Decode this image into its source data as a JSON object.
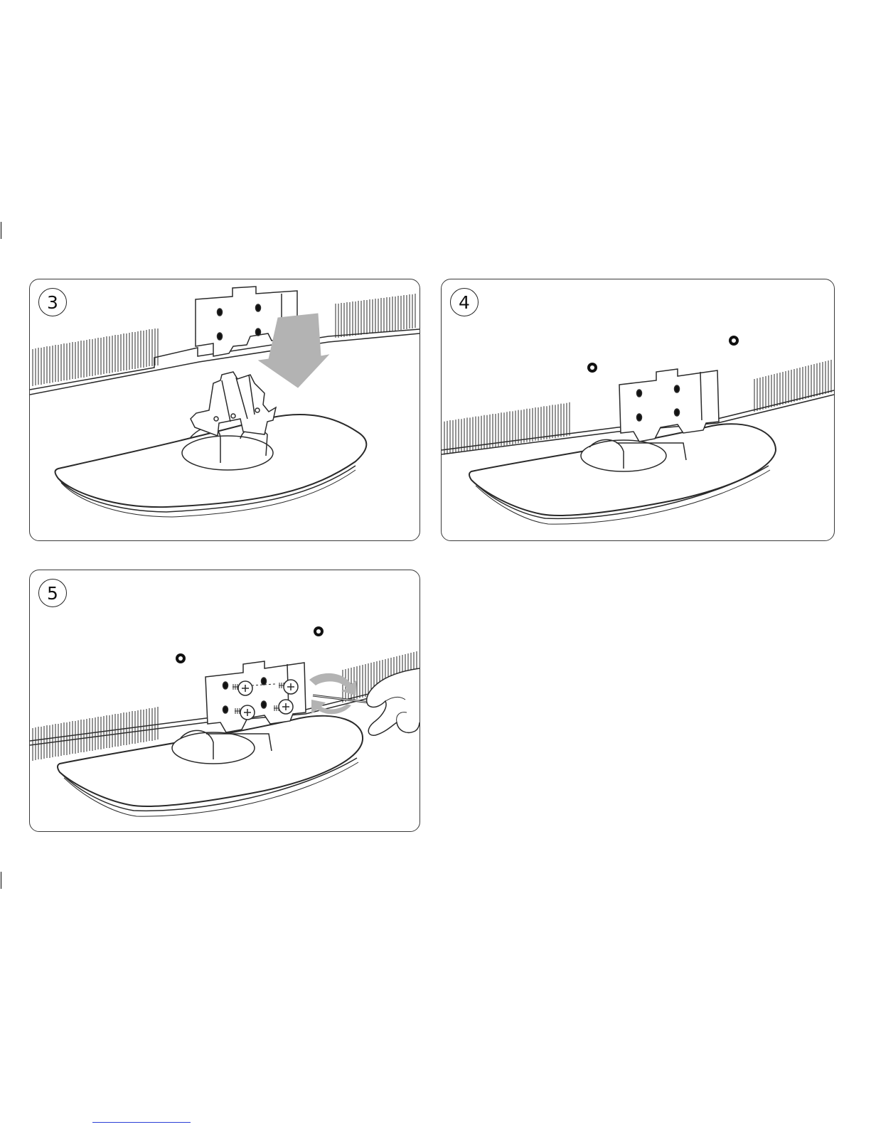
{
  "steps": [
    {
      "number": "3"
    },
    {
      "number": "4"
    },
    {
      "number": "5"
    }
  ],
  "colors": {
    "stroke": "#2a2a2a",
    "arrow_fill": "#b3b3b3",
    "screw_hole": "#111111",
    "footer_link": "#2a3fd6"
  },
  "icons": [
    "down-arrow-icon",
    "rotate-arrow-icon",
    "screw-icon",
    "screwdriver-icon",
    "hand-icon"
  ]
}
